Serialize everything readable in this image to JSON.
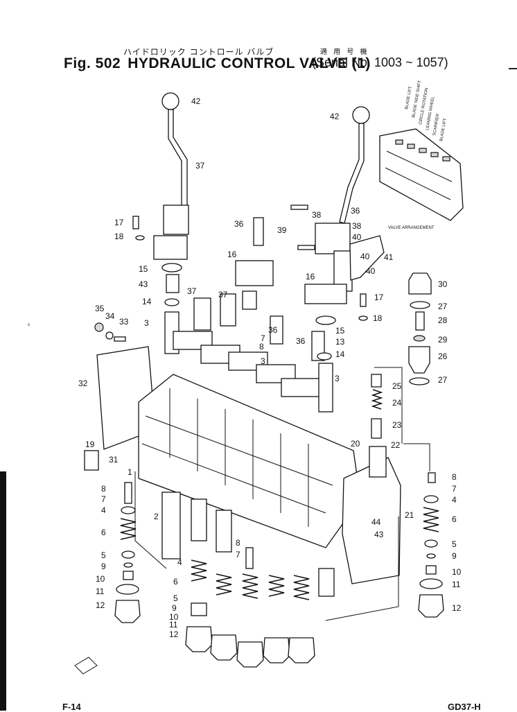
{
  "header": {
    "title_jp": "ハイドロリック コントロール バルブ",
    "serial_jp": "適 用 号 機",
    "fig_label": "Fig. 502",
    "title": "HYDRAULIC CONTROL VALVE (1)",
    "serial": "(Serial No. 1003 ~ 1057)"
  },
  "inset": {
    "caption": "VALVE ARRANGEMENT",
    "section_labels": [
      "BLADE LIFT",
      "BLADE SIDE SHIFT",
      "CIRCLE ROTATION",
      "LEANING WHEEL",
      "SCARIFIER",
      "BLADE LIFT"
    ]
  },
  "callouts": [
    {
      "id": "c42a",
      "text": "42"
    },
    {
      "id": "c37a",
      "text": "37"
    },
    {
      "id": "c17a",
      "text": "17"
    },
    {
      "id": "c18a",
      "text": "18"
    },
    {
      "id": "c15a",
      "text": "15"
    },
    {
      "id": "c43a",
      "text": "43"
    },
    {
      "id": "c14a",
      "text": "14"
    },
    {
      "id": "c3a",
      "text": "3"
    },
    {
      "id": "c35",
      "text": "35"
    },
    {
      "id": "c34",
      "text": "34"
    },
    {
      "id": "c33",
      "text": "33"
    },
    {
      "id": "c32",
      "text": "32"
    },
    {
      "id": "c19",
      "text": "19"
    },
    {
      "id": "c31",
      "text": "31"
    },
    {
      "id": "c1",
      "text": "1"
    },
    {
      "id": "c36a",
      "text": "36"
    },
    {
      "id": "c16a",
      "text": "16"
    },
    {
      "id": "c37b",
      "text": "37"
    },
    {
      "id": "c37c",
      "text": "37"
    },
    {
      "id": "c7a",
      "text": "7"
    },
    {
      "id": "c8a",
      "text": "8"
    },
    {
      "id": "c3b",
      "text": "3"
    },
    {
      "id": "c36b",
      "text": "36"
    },
    {
      "id": "c36c",
      "text": "36"
    },
    {
      "id": "c42b",
      "text": "42"
    },
    {
      "id": "c36d",
      "text": "36"
    },
    {
      "id": "c38a",
      "text": "38"
    },
    {
      "id": "c39",
      "text": "39"
    },
    {
      "id": "c38b",
      "text": "38"
    },
    {
      "id": "c40a",
      "text": "40"
    },
    {
      "id": "c40b",
      "text": "40"
    },
    {
      "id": "c40c",
      "text": "40"
    },
    {
      "id": "c41",
      "text": "41"
    },
    {
      "id": "c16b",
      "text": "16"
    },
    {
      "id": "c17b",
      "text": "17"
    },
    {
      "id": "c18b",
      "text": "18"
    },
    {
      "id": "c15b",
      "text": "15"
    },
    {
      "id": "c13",
      "text": "13"
    },
    {
      "id": "c14b",
      "text": "14"
    },
    {
      "id": "c3c",
      "text": "3"
    },
    {
      "id": "c25",
      "text": "25"
    },
    {
      "id": "c24",
      "text": "24"
    },
    {
      "id": "c23",
      "text": "23"
    },
    {
      "id": "c22",
      "text": "22"
    },
    {
      "id": "c20",
      "text": "20"
    },
    {
      "id": "c30",
      "text": "30"
    },
    {
      "id": "c27a",
      "text": "27"
    },
    {
      "id": "c28",
      "text": "28"
    },
    {
      "id": "c29",
      "text": "29"
    },
    {
      "id": "c26",
      "text": "26"
    },
    {
      "id": "c27b",
      "text": "27"
    },
    {
      "id": "c8b",
      "text": "8"
    },
    {
      "id": "c7b",
      "text": "7"
    },
    {
      "id": "c4a",
      "text": "4"
    },
    {
      "id": "c6a",
      "text": "6"
    },
    {
      "id": "c5a",
      "text": "5"
    },
    {
      "id": "c9a",
      "text": "9"
    },
    {
      "id": "c10a",
      "text": "10"
    },
    {
      "id": "c11a",
      "text": "11"
    },
    {
      "id": "c12a",
      "text": "12"
    },
    {
      "id": "c2",
      "text": "2"
    },
    {
      "id": "c4b",
      "text": "4"
    },
    {
      "id": "c6b",
      "text": "6"
    },
    {
      "id": "c5b",
      "text": "5"
    },
    {
      "id": "c9b",
      "text": "9"
    },
    {
      "id": "c10b",
      "text": "10"
    },
    {
      "id": "c11b",
      "text": "11"
    },
    {
      "id": "c12b",
      "text": "12"
    },
    {
      "id": "c8c",
      "text": "8"
    },
    {
      "id": "c7c",
      "text": "7"
    },
    {
      "id": "c44",
      "text": "44"
    },
    {
      "id": "c43b",
      "text": "43"
    },
    {
      "id": "c21",
      "text": "21"
    },
    {
      "id": "c8d",
      "text": "8"
    },
    {
      "id": "c7d",
      "text": "7"
    },
    {
      "id": "c4c",
      "text": "4"
    },
    {
      "id": "c6c",
      "text": "6"
    },
    {
      "id": "c5c",
      "text": "5"
    },
    {
      "id": "c9c",
      "text": "9"
    },
    {
      "id": "c10c",
      "text": "10"
    },
    {
      "id": "c11c",
      "text": "11"
    },
    {
      "id": "c12c",
      "text": "12"
    }
  ],
  "footer": {
    "page_code": "F-14",
    "model_code": "GD37-H"
  }
}
